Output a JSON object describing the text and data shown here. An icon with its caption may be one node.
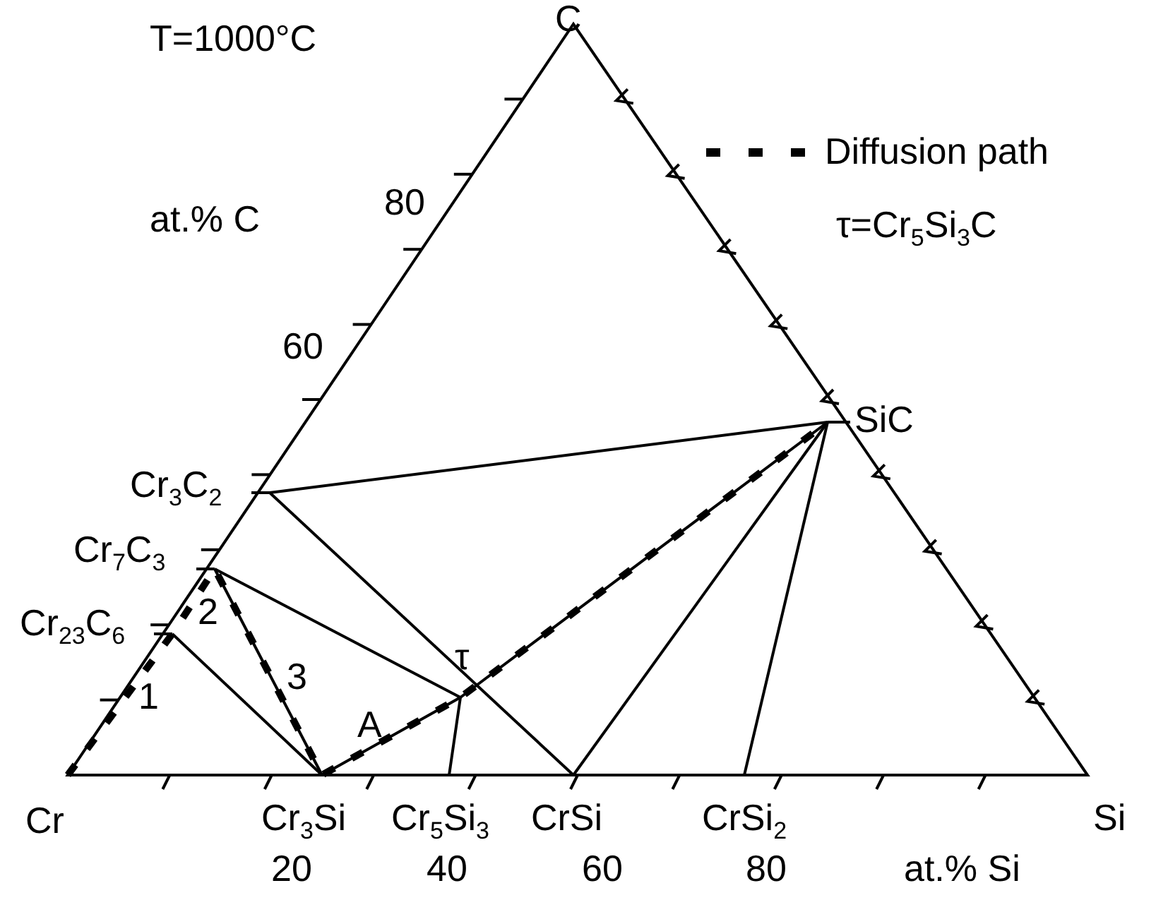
{
  "diagram": {
    "labels": [
      "C",
      "T=1000°C",
      "80",
      "at.% C",
      "60",
      "τ=Cr$_{5}$Si$_{3}$C",
      "SiC",
      "Cr$_{3}$C$_{2}$",
      "Cr$_{7}$C$_{3}$",
      "2",
      "Cr$_{23}$C$_{6}$",
      "3",
      "τ",
      "1",
      "A",
      "Cr",
      "Cr$_{3}$Si",
      "Cr$_{5}$Si$_{3}$",
      "CrSi",
      "CrSi$_{2}$",
      "Si",
      "20",
      "40",
      "60",
      "80",
      "at.% Si"
    ],
    "legend": [
      {
        "text": "Diffusion path"
      }
    ]
  }
}
